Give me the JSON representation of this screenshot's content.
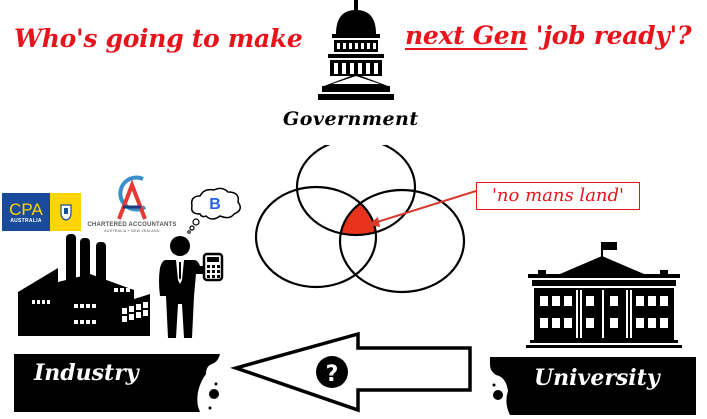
{
  "title": {
    "part1": "Who's going to make",
    "part2_underlined": "next Gen",
    "part3": "'job ready'?",
    "color": "#e8141c"
  },
  "government": {
    "label": "Government",
    "icon": "capitol-building-icon"
  },
  "venn": {
    "circles": 3,
    "intersection_color": "#e8341c",
    "callout_label": "'no mans land'"
  },
  "industry": {
    "label": "Industry",
    "logos": {
      "cpa": {
        "main": "CPA",
        "sub": "AUSTRALIA"
      },
      "ca": {
        "line1": "CHARTERED ACCOUNTANTS",
        "line2": "AUSTRALIA + NEW ZEALAND"
      },
      "thought_bubble_letter": "B"
    },
    "icons": [
      "factory-icon",
      "businessman-icon",
      "calculator-icon"
    ]
  },
  "university": {
    "label": "University",
    "icon": "university-building-icon"
  },
  "arrow": {
    "direction": "left",
    "symbol": "?"
  }
}
